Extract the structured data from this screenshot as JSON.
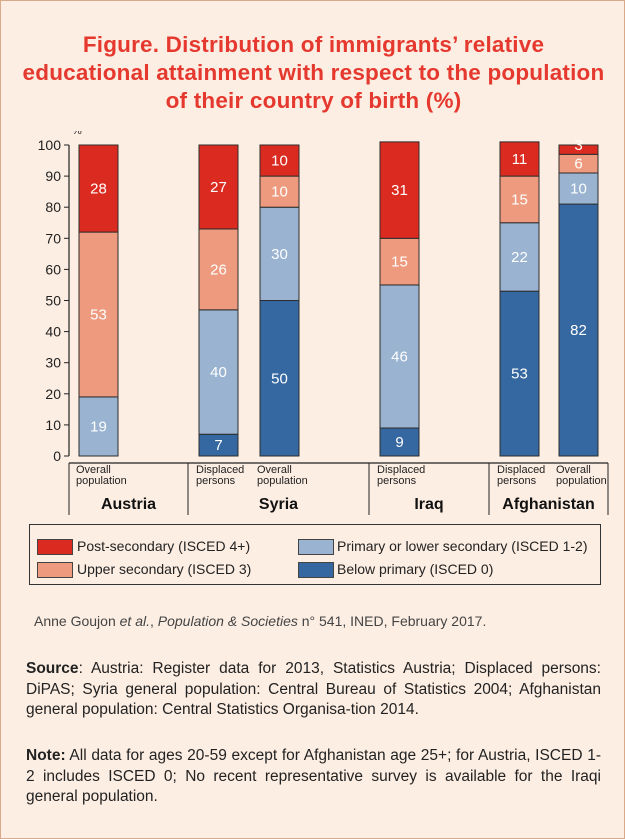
{
  "title": "Figure. Distribution of immigrants’ relative educational attainment with respect to the population of their country of birth (%)",
  "colors": {
    "post_secondary": "#db2b20",
    "upper_secondary": "#ee9a7e",
    "primary_lower_secondary": "#99b3d1",
    "below_primary": "#3567a0",
    "title": "#e5392f",
    "background": "#fdeee3"
  },
  "chart_data": {
    "type": "bar",
    "stacked": true,
    "y_unit_label": "%",
    "ylim": [
      0,
      100
    ],
    "yticks": [
      0,
      10,
      20,
      30,
      40,
      50,
      60,
      70,
      80,
      90,
      100
    ],
    "bars": [
      {
        "country": "Austria",
        "label": "Overall population",
        "values": {
          "below_primary": 0,
          "primary_lower_secondary": 19,
          "upper_secondary": 53,
          "post_secondary": 28
        },
        "data_labels": {
          "primary_lower_secondary": "19",
          "upper_secondary": "53",
          "post_secondary": "28"
        }
      },
      {
        "country": "Syria",
        "label": "Displaced persons",
        "values": {
          "below_primary": 7,
          "primary_lower_secondary": 40,
          "upper_secondary": 26,
          "post_secondary": 27
        },
        "data_labels": {
          "below_primary": "7",
          "primary_lower_secondary": "40",
          "upper_secondary": "26",
          "post_secondary": "27"
        }
      },
      {
        "country": "Syria",
        "label": "Overall population",
        "values": {
          "below_primary": 50,
          "primary_lower_secondary": 30,
          "upper_secondary": 10,
          "post_secondary": 10
        },
        "data_labels": {
          "below_primary": "50",
          "primary_lower_secondary": "30",
          "upper_secondary": "10",
          "post_secondary": "10"
        }
      },
      {
        "country": "Iraq",
        "label": "Displaced persons",
        "values": {
          "below_primary": 9,
          "primary_lower_secondary": 46,
          "upper_secondary": 15,
          "post_secondary": 31
        },
        "data_labels": {
          "below_primary": "9",
          "primary_lower_secondary": "46",
          "upper_secondary": "15",
          "post_secondary": "31"
        }
      },
      {
        "country": "Afghanistan",
        "label": "Displaced persons",
        "values": {
          "below_primary": 53,
          "primary_lower_secondary": 22,
          "upper_secondary": 15,
          "post_secondary": 11
        },
        "data_labels": {
          "below_primary": "53",
          "primary_lower_secondary": "22",
          "upper_secondary": "15",
          "post_secondary": "11"
        }
      },
      {
        "country": "Afghanistan",
        "label": "Overall population",
        "values": {
          "below_primary": 81,
          "primary_lower_secondary": 10,
          "upper_secondary": 6,
          "post_secondary": 3
        },
        "data_labels": {
          "below_primary": "82",
          "primary_lower_secondary": "10",
          "upper_secondary": "6",
          "post_secondary": "3"
        }
      }
    ],
    "countries": [
      "Austria",
      "Syria",
      "Iraq",
      "Afghanistan"
    ],
    "legend": {
      "post_secondary": "Post-secondary (ISCED 4+)",
      "upper_secondary": "Upper secondary (ISCED 3)",
      "primary_lower_secondary": "Primary or lower secondary (ISCED 1-2)",
      "below_primary": "Below primary (ISCED 0)"
    }
  },
  "credit": {
    "authors": "Anne Goujon ",
    "etal": "et al.",
    "sep": ", ",
    "journal": "Population & Societies",
    "rest": " n° 541, INED, February 2017."
  },
  "source": {
    "label": "Source",
    "text": ": Austria: Register data for 2013, Statistics Austria; Displaced persons: DiPAS; Syria general population: Central Bureau of Statistics 2004; Afghanistan general population: Central Statistics Organisa-tion 2014."
  },
  "note": {
    "label": "Note:",
    "text": " All data for ages 20-59 except for Afghanistan age 25+; for Austria, ISCED 1-2 includes ISCED 0; No recent representative survey is available for the Iraqi general population."
  }
}
